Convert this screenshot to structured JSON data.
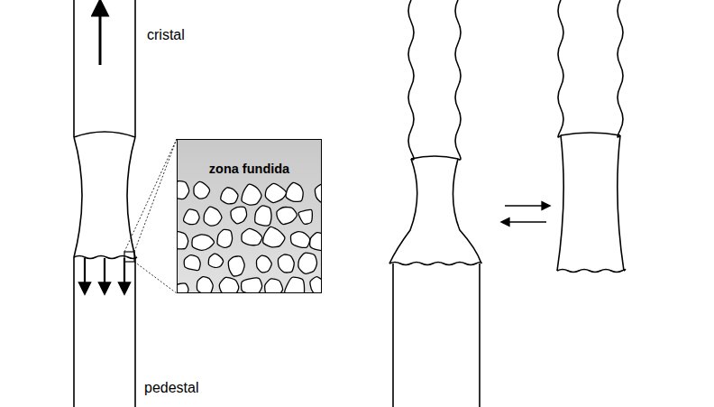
{
  "diagram": {
    "nodes": [
      {
        "text": [
          "zona fundida"
        ]
      }
    ],
    "labels": [
      "cristal",
      "pedestal"
    ]
  }
}
